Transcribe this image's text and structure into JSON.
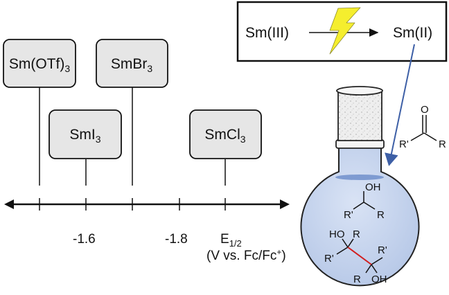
{
  "potential_scale": {
    "ticks": [
      "-1.6",
      "-1.8"
    ],
    "axis_label_main": "E",
    "axis_label_sub": "1/2",
    "axis_label_ref": "(V vs. Fc/Fc",
    "axis_label_ref_sup": "+",
    "axis_label_ref_end": ")"
  },
  "salts": [
    {
      "base": "Sm(OTf)",
      "sub": "3"
    },
    {
      "base": "SmBr",
      "sub": "3"
    },
    {
      "base": "SmI",
      "sub": "3"
    },
    {
      "base": "SmCl",
      "sub": "3"
    }
  ],
  "reaction_box": {
    "reactant": "Sm(III)",
    "product": "Sm(II)"
  },
  "chemistry": {
    "ketone_o": "O",
    "ketone_r1": "R'",
    "ketone_r2": "R",
    "alcohol_oh": "OH",
    "alcohol_r1": "R'",
    "alcohol_r2": "R",
    "pinacol_ho": "HO",
    "pinacol_r_top": "R",
    "pinacol_r1_left": "R'",
    "pinacol_r1_right": "R'",
    "pinacol_r_bottom": "R",
    "pinacol_oh": "OH"
  },
  "colors": {
    "box_fill": "#e6e6e6",
    "flask_fill": "#c9d6ef",
    "arrow_blue": "#3d5fa6",
    "bolt_yellow": "#f5ee2e",
    "new_bond_red": "#d21f1f"
  }
}
